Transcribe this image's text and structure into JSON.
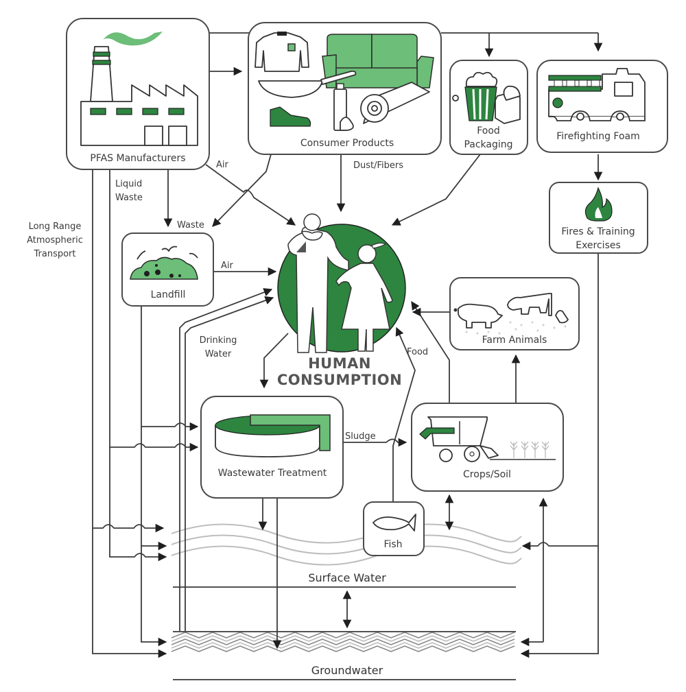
{
  "colors": {
    "dark_green": "#2e8540",
    "light_green": "#6cbe78",
    "line": "#3a3a3a",
    "water_wave": "#bdbdbd"
  },
  "nodes": {
    "pfas_manufacturers": {
      "label": "PFAS Manufacturers",
      "icon": "factory-icon"
    },
    "consumer_products": {
      "label": "Consumer Products",
      "icon": "consumer-goods-icon"
    },
    "food_packaging": {
      "label_line1": "Food",
      "label_line2": "Packaging",
      "icon": "popcorn-takeout-icon"
    },
    "firefighting_foam": {
      "label": "Firefighting Foam",
      "icon": "fire-truck-icon"
    },
    "fires_training": {
      "label_line1": "Fires & Training",
      "label_line2": "Exercises",
      "icon": "flame-icon"
    },
    "landfill": {
      "label": "Landfill",
      "icon": "landfill-icon"
    },
    "human_consumption": {
      "label_line1": "HUMAN",
      "label_line2": "CONSUMPTION",
      "icon": "family-icon"
    },
    "farm_animals": {
      "label": "Farm Animals",
      "icon": "farm-animals-icon"
    },
    "wastewater_treatment": {
      "label": "Wastewater Treatment",
      "icon": "treatment-tank-icon"
    },
    "crops_soil": {
      "label": "Crops/Soil",
      "icon": "harvester-icon"
    },
    "fish": {
      "label": "Fish",
      "icon": "fish-icon"
    },
    "surface_water": {
      "label": "Surface Water"
    },
    "groundwater": {
      "label": "Groundwater"
    }
  },
  "edge_labels": {
    "air_manufacturer": "Air",
    "dust_fibers": "Dust/Fibers",
    "liquid_waste_line1": "Liquid",
    "liquid_waste_line2": "Waste",
    "waste": "Waste",
    "long_range_line1": "Long Range",
    "long_range_line2": "Atmospheric",
    "long_range_line3": "Transport",
    "air_landfill": "Air",
    "drinking_water_line1": "Drinking",
    "drinking_water_line2": "Water",
    "sludge": "Sludge",
    "food": "Food"
  }
}
